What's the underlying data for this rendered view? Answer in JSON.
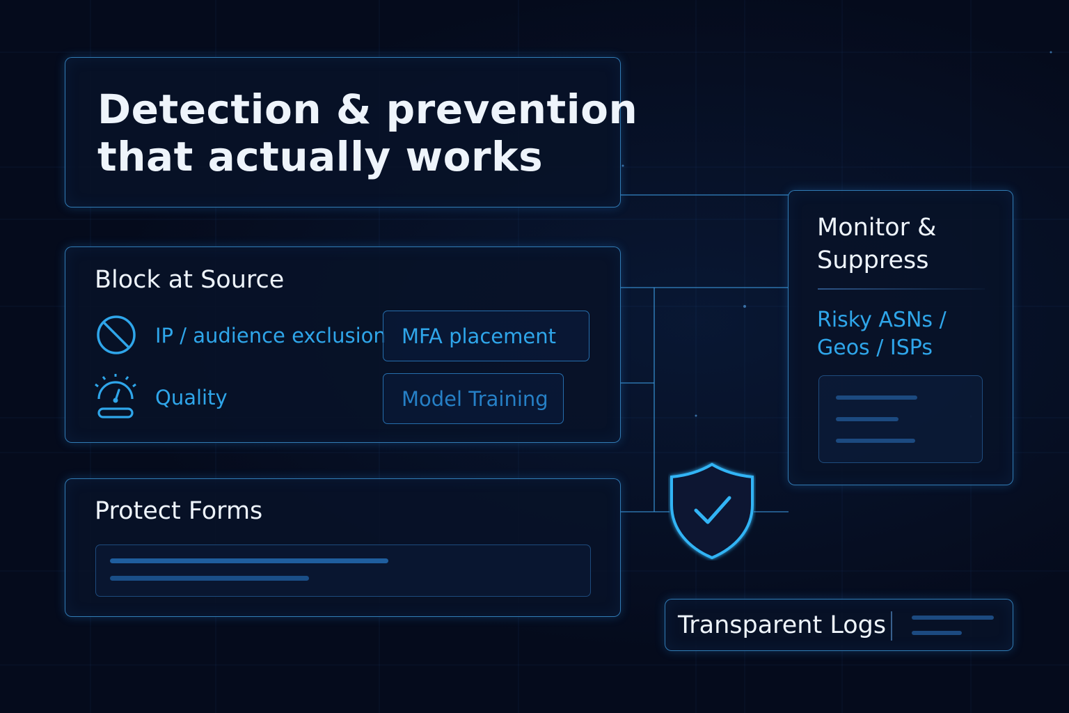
{
  "header": {
    "title_line1": "Detection & prevention",
    "title_line2": "that actually works"
  },
  "block_at_source": {
    "title": "Block at Source",
    "items": [
      {
        "label": "IP / audience exclusion",
        "icon": "prohibited-icon"
      },
      {
        "label": "Quality",
        "icon": "gauge-icon"
      }
    ],
    "chips": [
      {
        "label": "MFA placement"
      },
      {
        "label": "Model Training"
      }
    ]
  },
  "protect_forms": {
    "title": "Protect Forms"
  },
  "monitor_suppress": {
    "title_line1": "Monitor &",
    "title_line2": "Suppress",
    "subtitle_line1": "Risky ASNs /",
    "subtitle_line2": "Geos / ISPs"
  },
  "transparent_logs": {
    "label": "Transparent Logs"
  },
  "shield": {
    "icon": "shield-check-icon"
  },
  "colors": {
    "background": "#050b1c",
    "accent_blue": "#2fa6ea",
    "panel_border": "#40a0e6",
    "title_white": "#eef4fb"
  }
}
